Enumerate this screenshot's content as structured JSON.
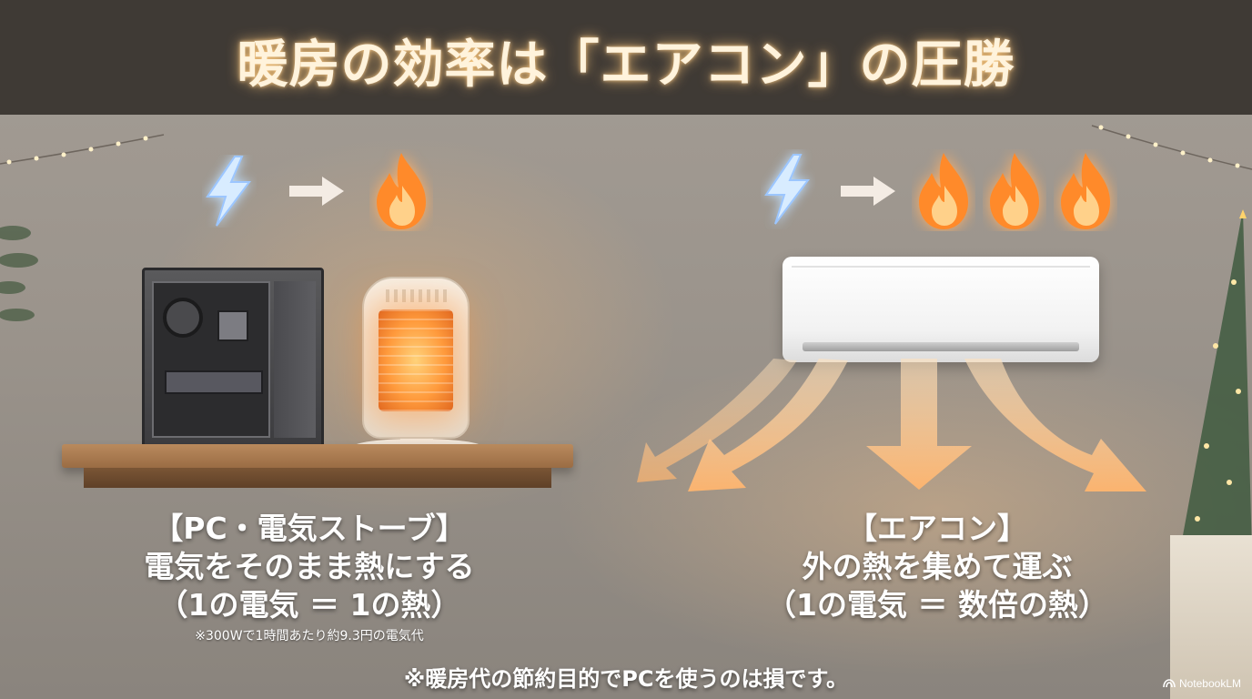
{
  "title": "暖房の効率は「エアコン」の圧勝",
  "left": {
    "icons": [
      "lightning-icon",
      "arrow-right-icon",
      "flame-icon"
    ],
    "caption_lines": [
      "【PC・電気ストーブ】",
      "電気をそのまま熱にする",
      "（1の電気 ＝ 1の熱）"
    ],
    "note": "※300Wで1時間あたり約9.3円の電気代"
  },
  "right": {
    "icons": [
      "lightning-icon",
      "arrow-right-icon",
      "flame-icon",
      "flame-icon",
      "flame-icon"
    ],
    "caption_lines": [
      "【エアコン】",
      "外の熱を集めて運ぶ",
      "（1の電気 ＝ 数倍の熱）"
    ]
  },
  "footer_note": "※暖房代の節約目的でPCを使うのは損です。",
  "brand": "NotebookLM",
  "colors": {
    "header_bg": "#3f3a35",
    "title_text": "#fff3dc",
    "bolt": "#cfe6ff",
    "flame": "#ff8a2a",
    "arrow": "#f4ece4"
  }
}
